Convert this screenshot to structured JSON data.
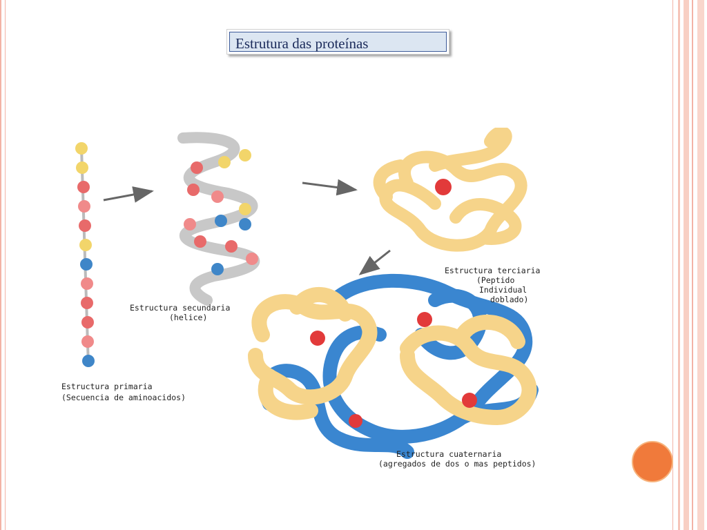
{
  "slide": {
    "title": "Estrutura das proteínas"
  },
  "diagram": {
    "labels": {
      "primary_line1": "Estructura primaria",
      "primary_line2": "(Secuencia de aminoacidos)",
      "secondary_line1": "Estructura secundaria",
      "secondary_line2": "(helice)",
      "tertiary_line1": "Estructura terciaria",
      "tertiary_line2": "(Peptido",
      "tertiary_line3": "Individual",
      "tertiary_line4": "doblado)",
      "quaternary_line1": "Estructura cuaternaria",
      "quaternary_line2": "(agregados de dos o mas peptidos)"
    }
  },
  "colors": {
    "accent": "#f07a3b",
    "frame": "#f3b3a6",
    "tube_yellow": "#f6d48a",
    "tube_blue": "#3a86d0",
    "bead_red": "#e86a6a",
    "bead_yellow": "#f2d56a",
    "bead_blue": "#3f86c8"
  }
}
